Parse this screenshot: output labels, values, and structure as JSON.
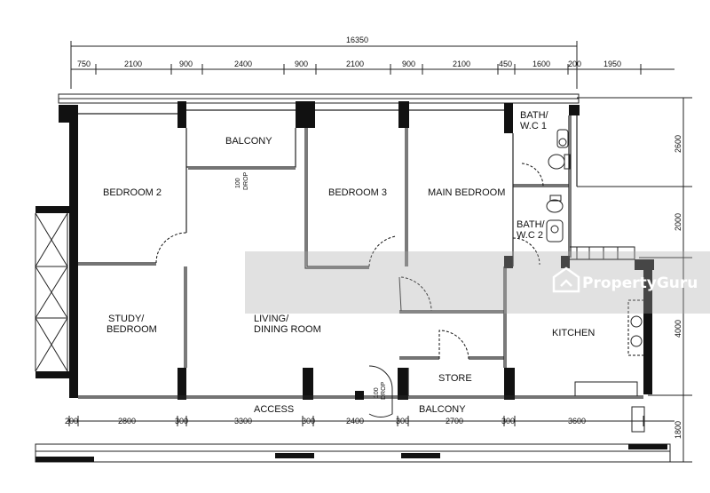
{
  "overall_dimension": "16350",
  "top_dimensions": [
    "750",
    "2100",
    "900",
    "2400",
    "900",
    "2100",
    "900",
    "2100",
    "450",
    "1600",
    "200",
    "1950"
  ],
  "bottom_dimensions": [
    "200",
    "2800",
    "300",
    "3300",
    "300",
    "2400",
    "300",
    "2700",
    "300",
    "3600"
  ],
  "right_dimensions": [
    "2600",
    "2000",
    "4000",
    "1800"
  ],
  "rooms": {
    "balcony_top": "BALCONY",
    "bedroom2": "BEDROOM 2",
    "bedroom3": "BEDROOM 3",
    "main_bedroom": "MAIN BEDROOM",
    "bath1_line1": "BATH/",
    "bath1_line2": "W.C 1",
    "bath2_line1": "BATH/",
    "bath2_line2": "W.C 2",
    "study_line1": "STUDY/",
    "study_line2": "BEDROOM",
    "living_line1": "LIVING/",
    "living_line2": "DINING ROOM",
    "kitchen": "KITCHEN",
    "store": "STORE",
    "access": "ACCESS",
    "balcony_bottom": "BALCONY"
  },
  "drop_labels": {
    "drop1_top": "100",
    "drop1_bottom": "DROP",
    "drop2_top": "100",
    "drop2_bottom": "DROP"
  },
  "watermark": "PropertyGuru",
  "icons": [
    "propertyguru-logo-icon"
  ]
}
